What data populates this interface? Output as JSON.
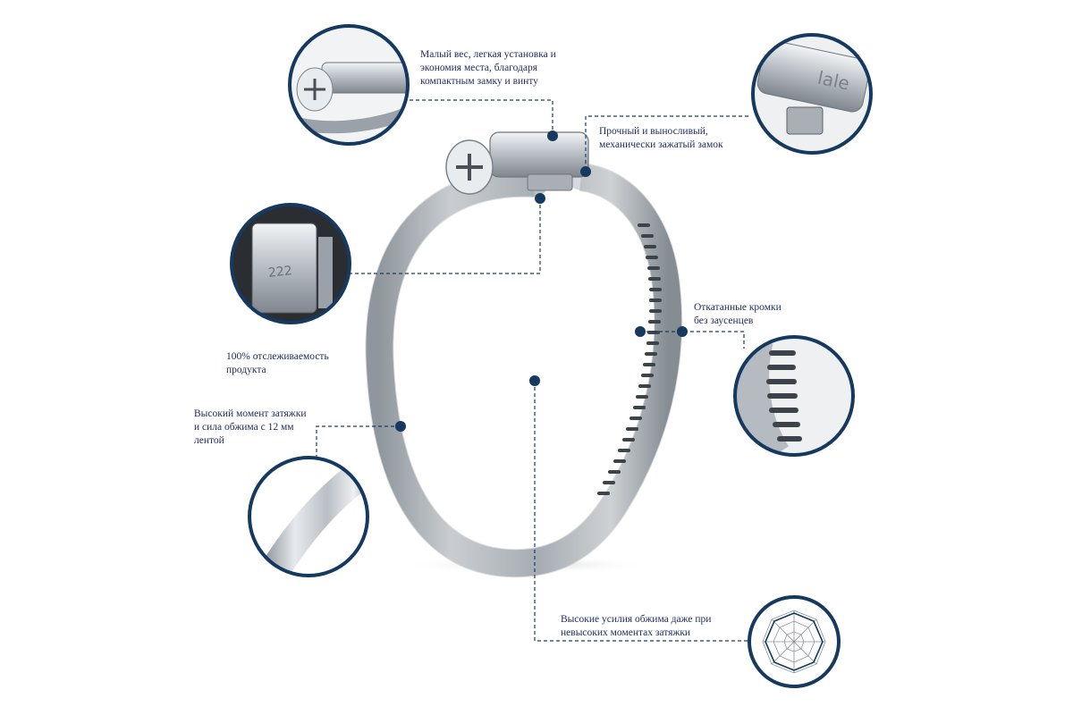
{
  "colors": {
    "accent": "#15395f",
    "leader": "#1f3b66",
    "text": "#1f2a5c",
    "steel_light": "#e4e7ea",
    "steel_dark": "#7c838b"
  },
  "callouts": {
    "weight": {
      "lines": [
        "Малый вес, легкая установка и",
        "экономия места, благодаря",
        "компактным замку и винту"
      ]
    },
    "lock": {
      "lines": [
        "Прочный и выносливый,",
        "механически зажатый замок"
      ]
    },
    "traceability": {
      "lines": [
        "100% отслеживаемость",
        "продукта"
      ]
    },
    "torque": {
      "lines": [
        "Высокий момент затяжки",
        "и сила обжима с 12 мм",
        "лентой"
      ]
    },
    "edges": {
      "lines": [
        "Откатанные кромки",
        "без заусенцев"
      ]
    },
    "force": {
      "lines": [
        "Высокие усилия обжима даже при",
        "невысоких моментах затяжки"
      ]
    }
  },
  "insets": {
    "housing_logo": "lale",
    "housing_number": "222"
  }
}
